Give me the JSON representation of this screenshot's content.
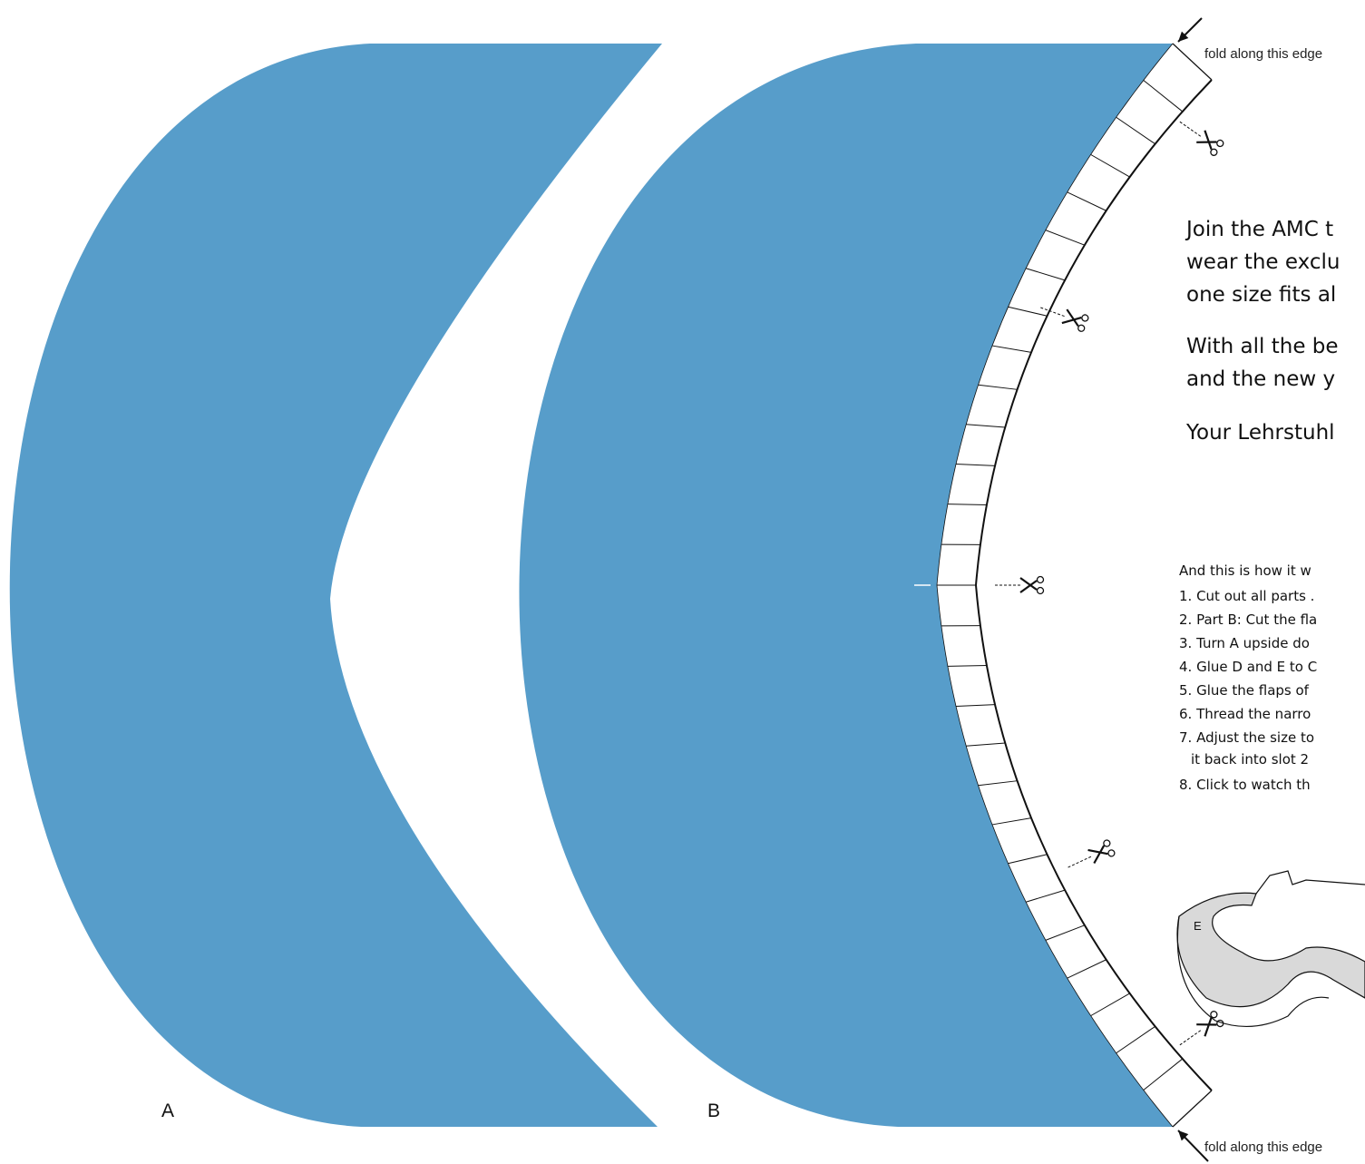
{
  "colors": {
    "part_fill": "#579dca",
    "line": "#111111",
    "flap_fill": "#ffffff",
    "diagram_band": "#d9d9d9"
  },
  "icons": {
    "cut_marks": "scissors-icon",
    "fold_arrows": "arrow-icon"
  },
  "fold_labels": {
    "top": "fold along this edge",
    "bottom": "fold along this edge"
  },
  "parts": {
    "a": "A",
    "b": "B"
  },
  "intro": {
    "line1": "Join the AMC t",
    "line2": "wear the exclu",
    "line3": "one size fits al",
    "line4": "With all the be",
    "line5": "and the new y",
    "line6": "Your Lehrstuhl"
  },
  "instructions": {
    "heading": "And this is how it w",
    "steps": [
      "1. Cut out all parts .",
      "2. Part B: Cut the fla",
      "3. Turn A upside do",
      "4. Glue D and E to C",
      "5. Glue the flaps of",
      "6. Thread the narro",
      "7. Adjust the size to",
      "it back into slot 2",
      "8. Click to watch th"
    ]
  },
  "diagram": {
    "label": "E"
  }
}
